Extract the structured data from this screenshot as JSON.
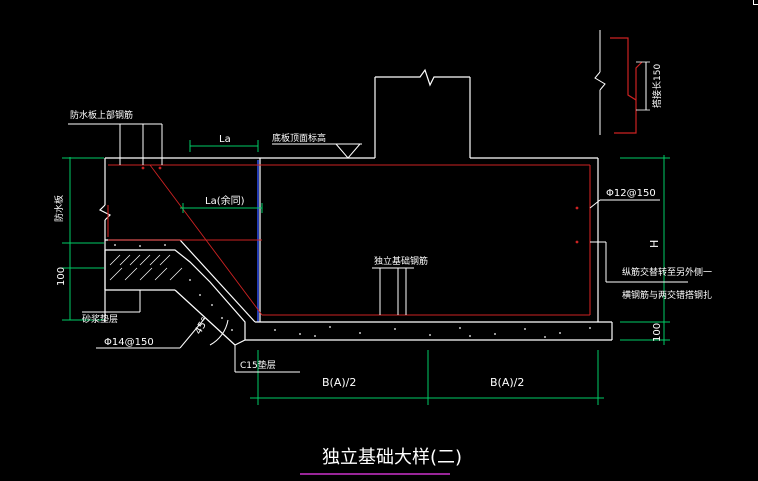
{
  "title": "独立基础大样(二)",
  "labels": {
    "waterproof_top": "防水板上部钢筋",
    "La_top": "La",
    "bottom_elev": "底板顶面标高",
    "La_mid": "La(余同)",
    "waterproof_plate": "防水板",
    "dim_100_left": "100",
    "mortar": "砂浆垫层",
    "rebar_14": "Φ14@150",
    "angle": "45°",
    "c15": "C15垫层",
    "found_rebar": "独立基础钢筋",
    "rebar_12": "Φ12@150",
    "note_line1": "纵筋交替转至另外侧一",
    "note_line2": "横钢筋与两交错搭钢扎",
    "H": "H",
    "dim_100_right": "100",
    "lap": "搭接长150",
    "dim_b1": "B(A)/2",
    "dim_b2": "B(A)/2"
  },
  "colors": {
    "background": "#000000",
    "lines": "#ffffff",
    "rebar": "#cc2222",
    "dimension": "#00cc66",
    "wall": "#3355ff",
    "title": "#ffffff",
    "underline": "#cc33cc"
  }
}
